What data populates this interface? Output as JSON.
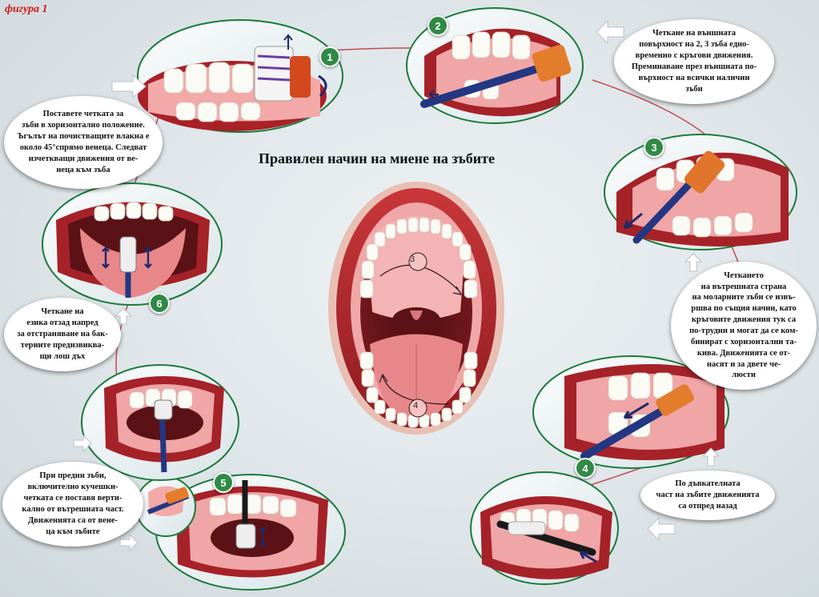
{
  "figure_label": "фигура 1",
  "title": "Правилен начин на миене на зъбите",
  "steps": [
    {
      "number": "1",
      "lines": [
        "Поставете четката за",
        "зъби в хоризонтално положение.",
        "Ъгълът на почистващите влакна е",
        "около 45°спрямо венеца. Следват",
        "изчеткващи движения от ве-",
        "неца към зъба"
      ]
    },
    {
      "number": "2",
      "lines": [
        "Четкане на външната",
        "повърхност на 2, 3 зъба едно-",
        "временно с кръгови движения.",
        "Преминаване през външната по-",
        "върхност на всички налични",
        "зъби"
      ]
    },
    {
      "number": "3",
      "lines": [
        "Четкането",
        "на вътрешната страна",
        "на моларните зъби се извъ-",
        "ршва по същия начин, като",
        "кръговите движения тук  са",
        "по-трудни и могат да се ком-",
        "бинират с хоризонтални та-",
        "кива. Движенията се от-",
        "насят и за двете че-",
        "люсти"
      ]
    },
    {
      "number": "4",
      "lines": [
        "По дъвкателната",
        "част на зъбите движенията",
        "са отпред назад"
      ]
    },
    {
      "number": "5",
      "lines": [
        "При предни зъби,",
        "включително кучешки-",
        "четката се поставя верти-",
        "кално от вътрешната част.",
        "Движенията са от вене-",
        "ца към зъбите"
      ]
    },
    {
      "number": "6",
      "lines": [
        "Четкане на",
        "езика отзад напред",
        "за отстраняване на бак-",
        "териите предизвиква-",
        "щи лош дъх"
      ]
    }
  ],
  "center_labels": [
    "3",
    "4"
  ],
  "colors": {
    "step_badge": "#2f8a45",
    "figure_label": "#d01818",
    "lips": "#b8262a",
    "gum": "#e79a9a",
    "tongue": "#e8878a",
    "arrow": "#1d2a6b"
  }
}
